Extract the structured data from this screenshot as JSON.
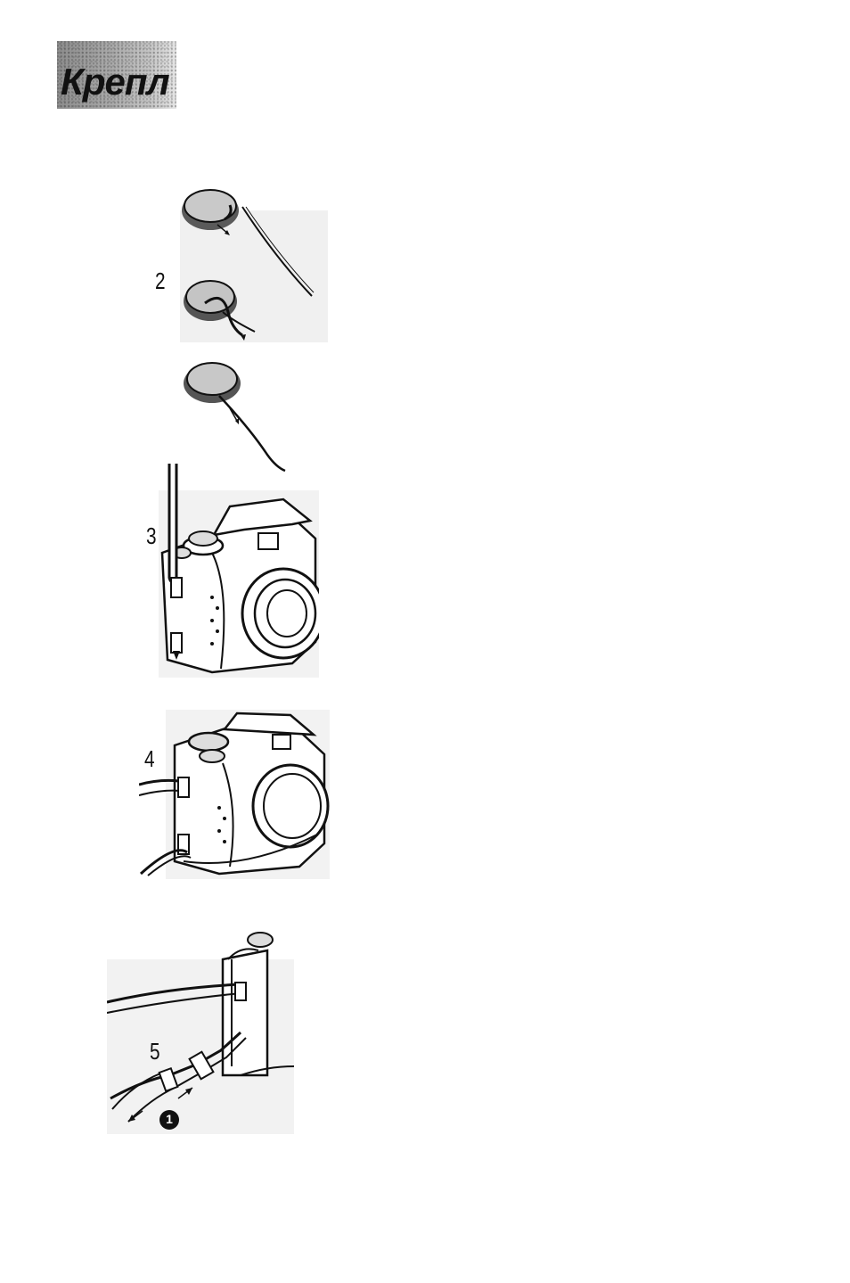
{
  "header": {
    "title": "Крепл"
  },
  "steps": [
    {
      "number": "2"
    },
    {
      "number": "3"
    },
    {
      "number": "4"
    },
    {
      "number": "5"
    }
  ],
  "callout": {
    "number": "1"
  }
}
